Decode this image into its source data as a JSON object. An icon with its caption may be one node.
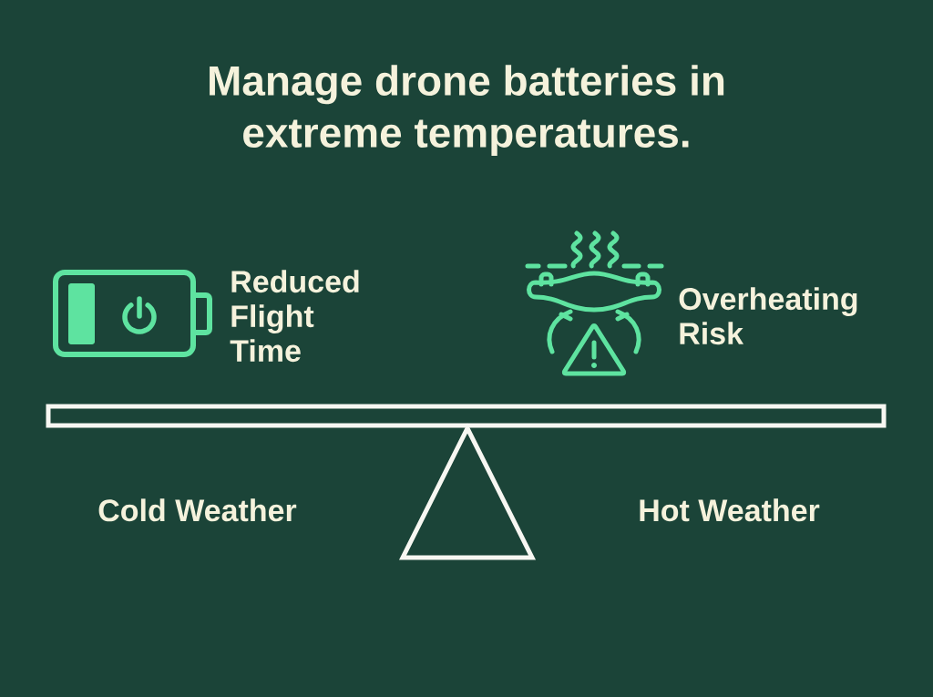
{
  "diagram": {
    "title": "Manage drone batteries in extreme temperatures.",
    "labels": [
      "Reduced Flight Time",
      "Overheating Risk",
      "Cold Weather",
      "Hot Weather"
    ]
  }
}
